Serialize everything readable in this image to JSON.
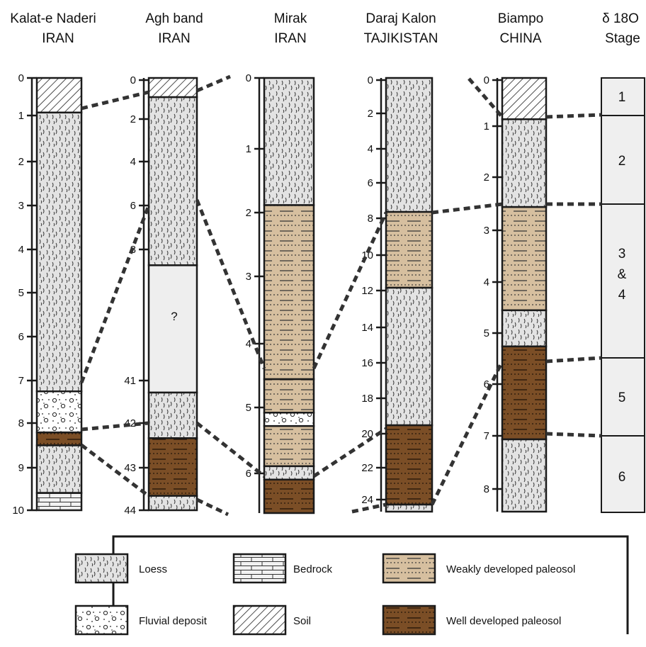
{
  "columns": [
    {
      "id": "kalat",
      "name": "Kalat-e Naderi",
      "country": "IRAN",
      "ticks": [
        "0",
        "1",
        "2",
        "3",
        "4",
        "5",
        "6",
        "7",
        "8",
        "9",
        "10"
      ],
      "layers": [
        {
          "type": "soil",
          "from": 0,
          "to": 0.8
        },
        {
          "type": "loess",
          "from": 0.8,
          "to": 7.25
        },
        {
          "type": "fluvial",
          "from": 7.25,
          "to": 8.2
        },
        {
          "type": "well_paleosol",
          "from": 8.2,
          "to": 8.5
        },
        {
          "type": "loess",
          "from": 8.5,
          "to": 9.6
        },
        {
          "type": "bedrock",
          "from": 9.6,
          "to": 10
        }
      ]
    },
    {
      "id": "agh",
      "name": "Agh band",
      "country": "IRAN",
      "ticks": [
        "0",
        "2",
        "4",
        "6",
        "8",
        "41",
        "42",
        "43",
        "44"
      ],
      "layers": [
        {
          "type": "soil",
          "from": 0,
          "to": 0.4
        },
        {
          "type": "loess",
          "from": 0.4,
          "to": 3.9
        },
        {
          "type": "unknown",
          "from": 3.9,
          "to": 6.55
        },
        {
          "type": "loess",
          "from": 6.55,
          "to": 7.5
        },
        {
          "type": "well_paleosol",
          "from": 7.5,
          "to": 8.7
        },
        {
          "type": "loess",
          "from": 8.7,
          "to": 9
        }
      ]
    },
    {
      "id": "mirak",
      "name": "Mirak",
      "country": "IRAN",
      "ticks": [
        "0",
        "1",
        "2",
        "3",
        "4",
        "5",
        "6"
      ],
      "layers": [
        {
          "type": "loess",
          "from": 0,
          "to": 1.9
        },
        {
          "type": "weak_paleosol",
          "from": 1.9,
          "to": 4.5
        },
        {
          "type": "weak_paleosol",
          "from": 4.5,
          "to": 5.0
        },
        {
          "type": "fluvial",
          "from": 5.0,
          "to": 5.2
        },
        {
          "type": "weak_paleosol",
          "from": 5.2,
          "to": 5.8
        },
        {
          "type": "loess",
          "from": 5.8,
          "to": 6.0
        },
        {
          "type": "well_paleosol",
          "from": 6.0,
          "to": 6.5
        }
      ]
    },
    {
      "id": "daraj",
      "name": "Daraj Kalon",
      "country": "TAJIKISTAN",
      "ticks": [
        "0",
        "2",
        "4",
        "6",
        "8",
        "10",
        "12",
        "14",
        "16",
        "18",
        "20",
        "22",
        "24"
      ],
      "layers": [
        {
          "type": "loess",
          "from": 0,
          "to": 7.6
        },
        {
          "type": "weak_paleosol",
          "from": 7.6,
          "to": 11.9
        },
        {
          "type": "loess",
          "from": 11.9,
          "to": 19.7
        },
        {
          "type": "well_paleosol",
          "from": 19.7,
          "to": 24.2
        },
        {
          "type": "loess",
          "from": 24.2,
          "to": 24.6
        }
      ]
    },
    {
      "id": "biampo",
      "name": "Biampo",
      "country": "CHINA",
      "ticks": [
        "0",
        "1",
        "2",
        "3",
        "4",
        "5",
        "6",
        "7",
        "8"
      ],
      "layers": [
        {
          "type": "soil",
          "from": 0,
          "to": 0.8
        },
        {
          "type": "loess",
          "from": 0.8,
          "to": 2.5
        },
        {
          "type": "weak_paleosol",
          "from": 2.5,
          "to": 4.5
        },
        {
          "type": "loess",
          "from": 4.5,
          "to": 5.2
        },
        {
          "type": "well_paleosol",
          "from": 5.2,
          "to": 7.0
        },
        {
          "type": "loess",
          "from": 7.0,
          "to": 8.4
        }
      ]
    }
  ],
  "stage": {
    "title_line1": "δ 18O",
    "title_line2": "Stage",
    "labels": [
      "1",
      "2",
      "3",
      "&",
      "4",
      "5",
      "6"
    ]
  },
  "unknown_mark": "?",
  "legend": {
    "loess": "Loess",
    "bedrock": "Bedrock",
    "weak_paleosol": "Weakly developed paleosol",
    "fluvial": "Fluvial deposit",
    "soil": "Soil",
    "well_paleosol": "Well developed paleosol"
  },
  "colors": {
    "loess_bg": "#e3e3e3",
    "unknown_bg": "#eeeeee",
    "weak_paleosol": "#d6bf9f",
    "well_paleosol": "#7b4e26",
    "stage_bg": "#efefef",
    "line": "#1a1a1a",
    "dash": "#333333"
  }
}
